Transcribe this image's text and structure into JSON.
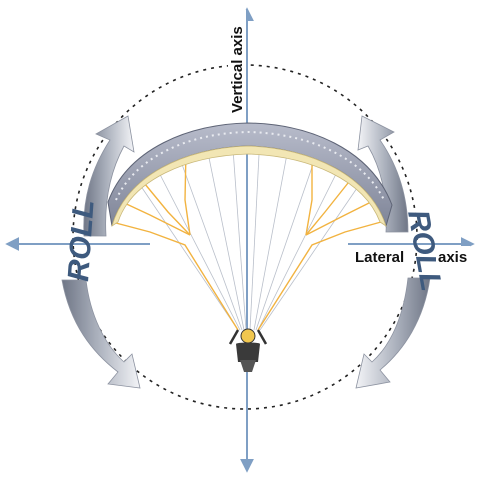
{
  "labels": {
    "vertical_axis": "Vertical axis",
    "lateral": "Lateral",
    "axis": "axis",
    "roll_left": "ROLL",
    "roll_right": "ROLL"
  },
  "colors": {
    "axis_line": "#7f9fc4",
    "arrow_fill": "#7d8494",
    "arrow_light": "#eef0f4",
    "roll_text": "#3e5a7e",
    "wing_top": "#8f95a8",
    "wing_under": "#f2e6b4",
    "lines_orange": "#f2b340",
    "lines_grey": "#b9bfca",
    "pilot": "#333333",
    "helmet": "#f1c74f"
  }
}
